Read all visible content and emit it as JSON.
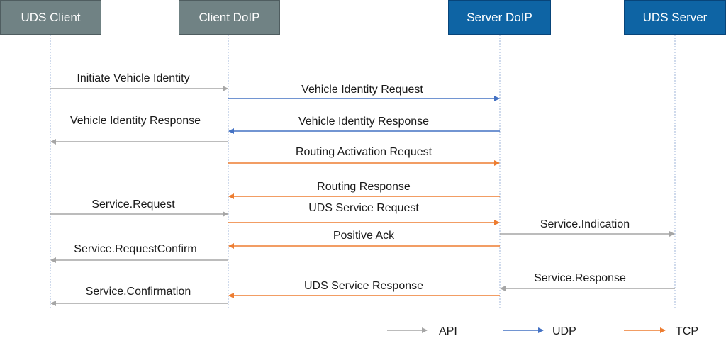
{
  "colors": {
    "api": "#a6a6a6",
    "udp": "#4472c4",
    "tcp": "#ed7d31",
    "client_box": "#708284",
    "client_border": "#4f5d60",
    "server_box": "#0e64a4",
    "server_border": "#08457a",
    "lifeline": "#9fb6d8"
  },
  "actors": {
    "uds_client": "UDS Client",
    "client_doip": "Client DoIP",
    "server_doip": "Server DoIP",
    "uds_server": "UDS Server"
  },
  "messages": [
    {
      "label": "Initiate Vehicle Identity",
      "from": "uds_client",
      "to": "client_doip",
      "channel": "api"
    },
    {
      "label": "Vehicle Identity Request",
      "from": "client_doip",
      "to": "server_doip",
      "channel": "udp"
    },
    {
      "label": "Vehicle Identity Response",
      "from": "server_doip",
      "to": "client_doip",
      "channel": "udp"
    },
    {
      "label": "Vehicle Identity Response",
      "from": "client_doip",
      "to": "uds_client",
      "channel": "api"
    },
    {
      "label": "Routing Activation Request",
      "from": "client_doip",
      "to": "server_doip",
      "channel": "tcp"
    },
    {
      "label": "Routing Response",
      "from": "server_doip",
      "to": "client_doip",
      "channel": "tcp"
    },
    {
      "label": "Service.Request",
      "from": "uds_client",
      "to": "client_doip",
      "channel": "api"
    },
    {
      "label": "UDS Service Request",
      "from": "client_doip",
      "to": "server_doip",
      "channel": "tcp"
    },
    {
      "label": "Service.Indication",
      "from": "server_doip",
      "to": "uds_server",
      "channel": "api"
    },
    {
      "label": "Positive Ack",
      "from": "server_doip",
      "to": "client_doip",
      "channel": "tcp"
    },
    {
      "label": "Service.RequestConfirm",
      "from": "client_doip",
      "to": "uds_client",
      "channel": "api"
    },
    {
      "label": "Service.Response",
      "from": "uds_server",
      "to": "server_doip",
      "channel": "api"
    },
    {
      "label": "UDS Service Response",
      "from": "server_doip",
      "to": "client_doip",
      "channel": "tcp"
    },
    {
      "label": "Service.Confirmation",
      "from": "client_doip",
      "to": "uds_client",
      "channel": "api"
    }
  ],
  "legend": [
    {
      "label": "API",
      "channel": "api"
    },
    {
      "label": "UDP",
      "channel": "udp"
    },
    {
      "label": "TCP",
      "channel": "tcp"
    }
  ]
}
